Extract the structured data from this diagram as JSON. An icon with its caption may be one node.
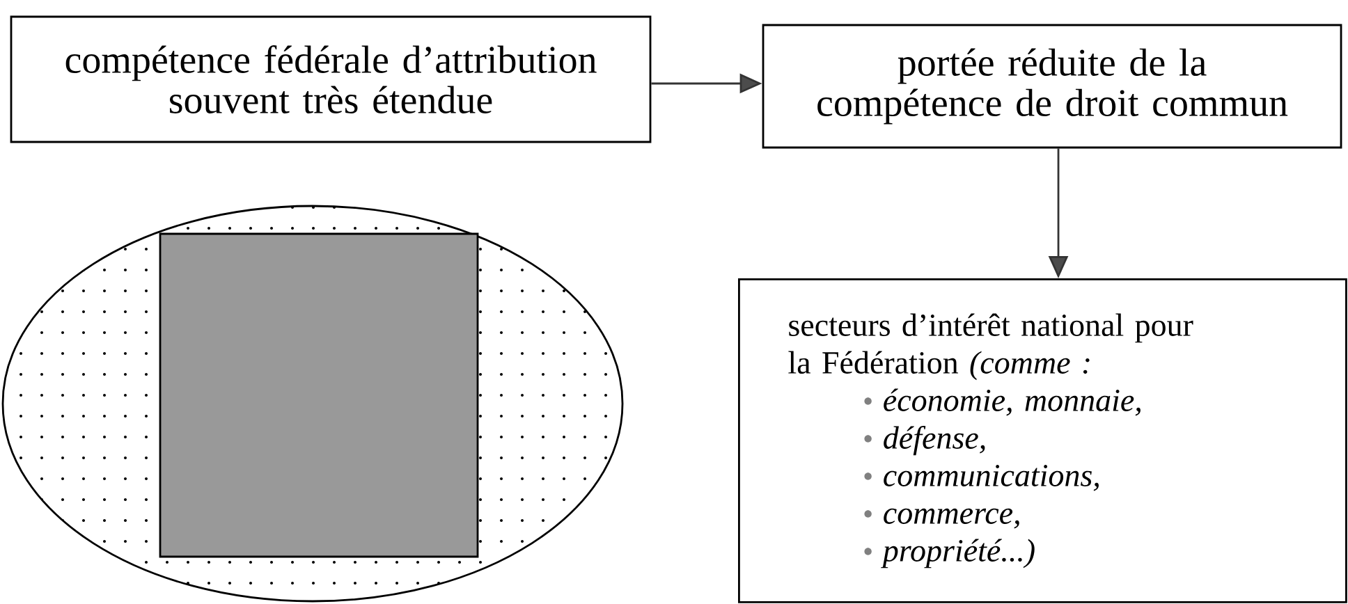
{
  "diagram": {
    "nodes": [
      {
        "text": [
          "compétence fédérale d’attribution souvent très étendue"
        ]
      },
      {
        "text": [
          "portée réduite de la compétence de droit commun"
        ]
      },
      {
        "text": [
          "secteurs d’intérêt national pour la Fédération *(comme :*",
          "économie, monnaie,",
          "défense,",
          "communications,",
          "commerce,",
          "propriété...)"
        ]
      },
      {
        "text": [],
        "shape": "circle"
      },
      {
        "text": [],
        "shape": "box",
        "in": 3
      }
    ],
    "edges": [
      {
        "from": 0,
        "to": 1,
        "arrow": "to"
      },
      {
        "from": 1,
        "to": 2,
        "arrow": "to"
      }
    ]
  }
}
